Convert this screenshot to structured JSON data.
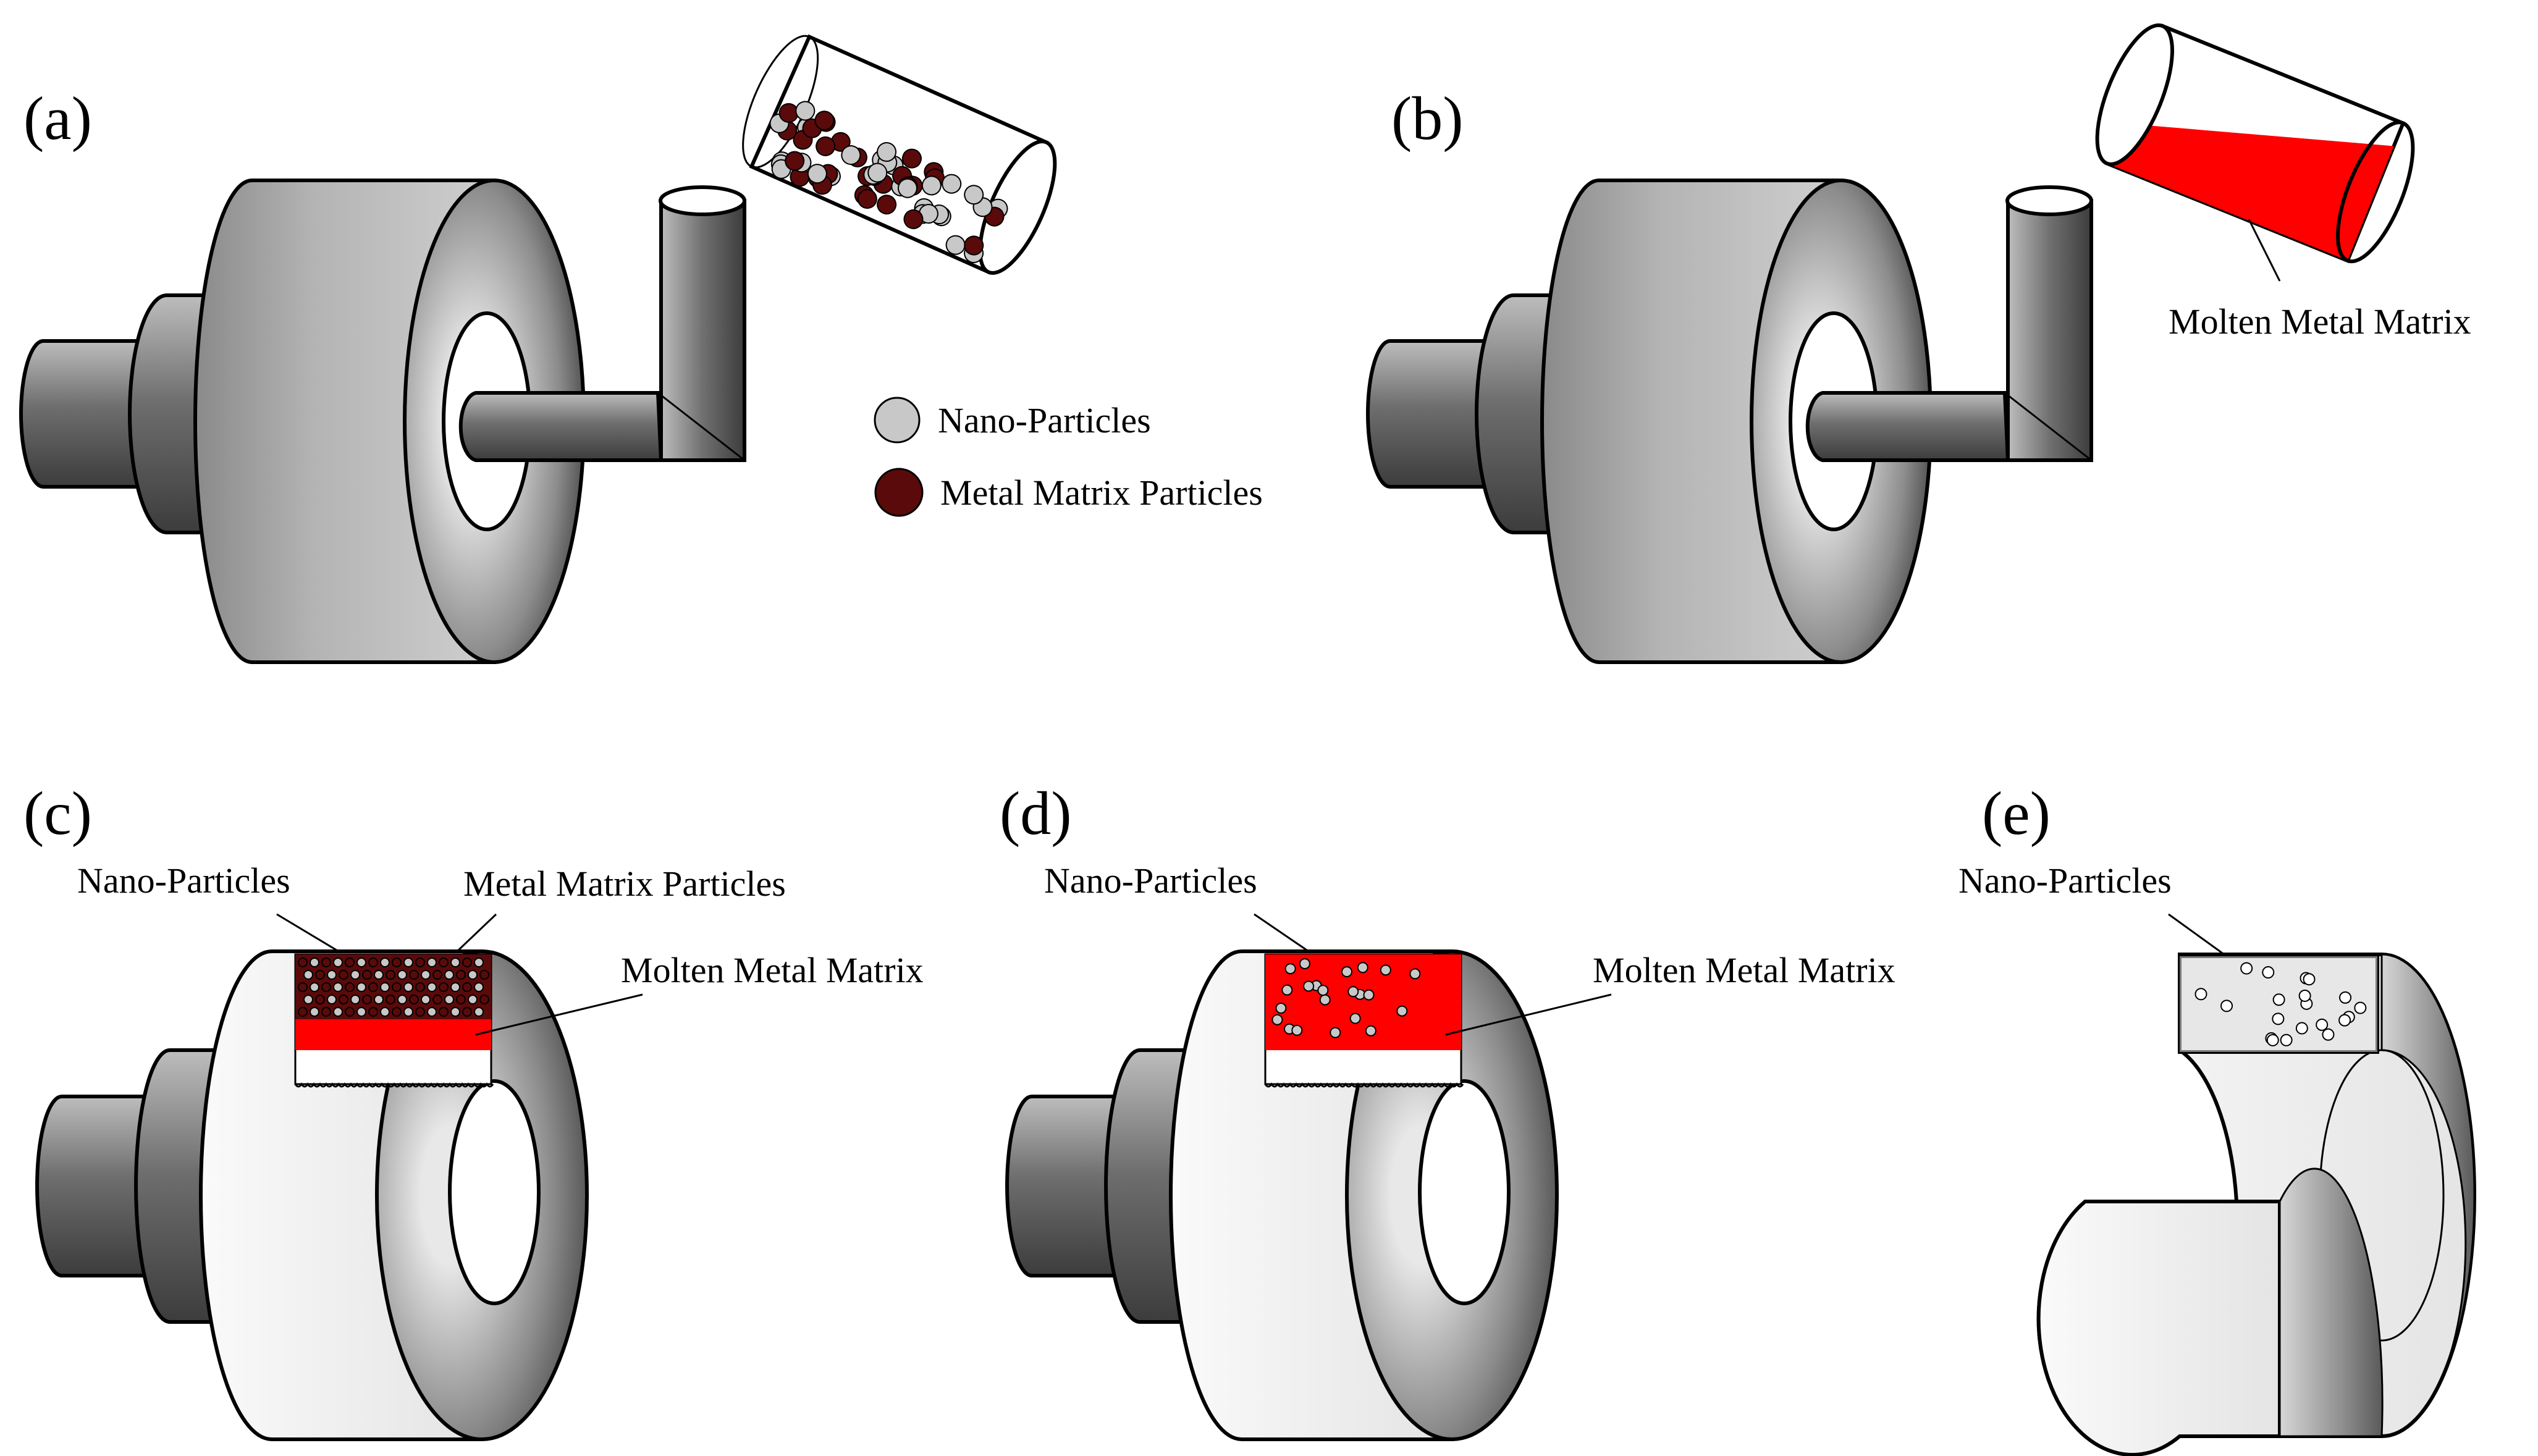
{
  "panels": {
    "a": {
      "label": "(a)",
      "legend": {
        "nano": "Nano-Particles",
        "matrix": "Metal Matrix Particles"
      }
    },
    "b": {
      "label": "(b)",
      "callout_molten": "Molten Metal Matrix"
    },
    "c": {
      "label": "(c)",
      "callout_nano": "Nano-Particles",
      "callout_matrix": "Metal Matrix Particles",
      "callout_molten": "Molten Metal Matrix"
    },
    "d": {
      "label": "(d)",
      "callout_nano": "Nano-Particles",
      "callout_molten": "Molten Metal Matrix"
    },
    "e": {
      "label": "(e)",
      "callout_nano": "Nano-Particles"
    }
  },
  "colors": {
    "molten_metal": "#ff0000",
    "metal_matrix_particle": "#5a0a0a",
    "nano_particle": "#c8c8c8",
    "steel_dark": "#555555",
    "steel_mid": "#9a9a9a",
    "steel_light": "#d0d0d0",
    "casting_body": "#f0f0f0"
  }
}
